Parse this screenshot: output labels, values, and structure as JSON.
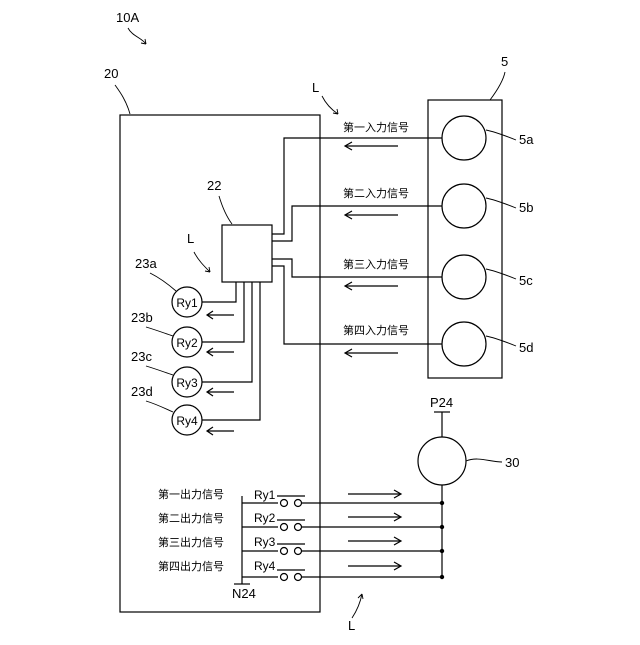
{
  "labels": {
    "fig": "10A",
    "board": "20",
    "unit": "5",
    "controller": "22",
    "load": "30",
    "l_top": "L",
    "l_mid": "L",
    "l_bot": "L",
    "p24": "P24",
    "n24": "N24",
    "sw_5a": "5a",
    "sw_5b": "5b",
    "sw_5c": "5c",
    "sw_5d": "5d",
    "relay_23a": "23a",
    "relay_23b": "23b",
    "relay_23c": "23c",
    "relay_23d": "23d"
  },
  "input_signals": [
    "第一入力信号",
    "第二入力信号",
    "第三入力信号",
    "第四入力信号"
  ],
  "output_signals": [
    "第一出力信号",
    "第二出力信号",
    "第三出力信号",
    "第四出力信号"
  ],
  "relays": [
    "Ry1",
    "Ry2",
    "Ry3",
    "Ry4"
  ],
  "contacts": [
    "Ry1",
    "Ry2",
    "Ry3",
    "Ry4"
  ]
}
